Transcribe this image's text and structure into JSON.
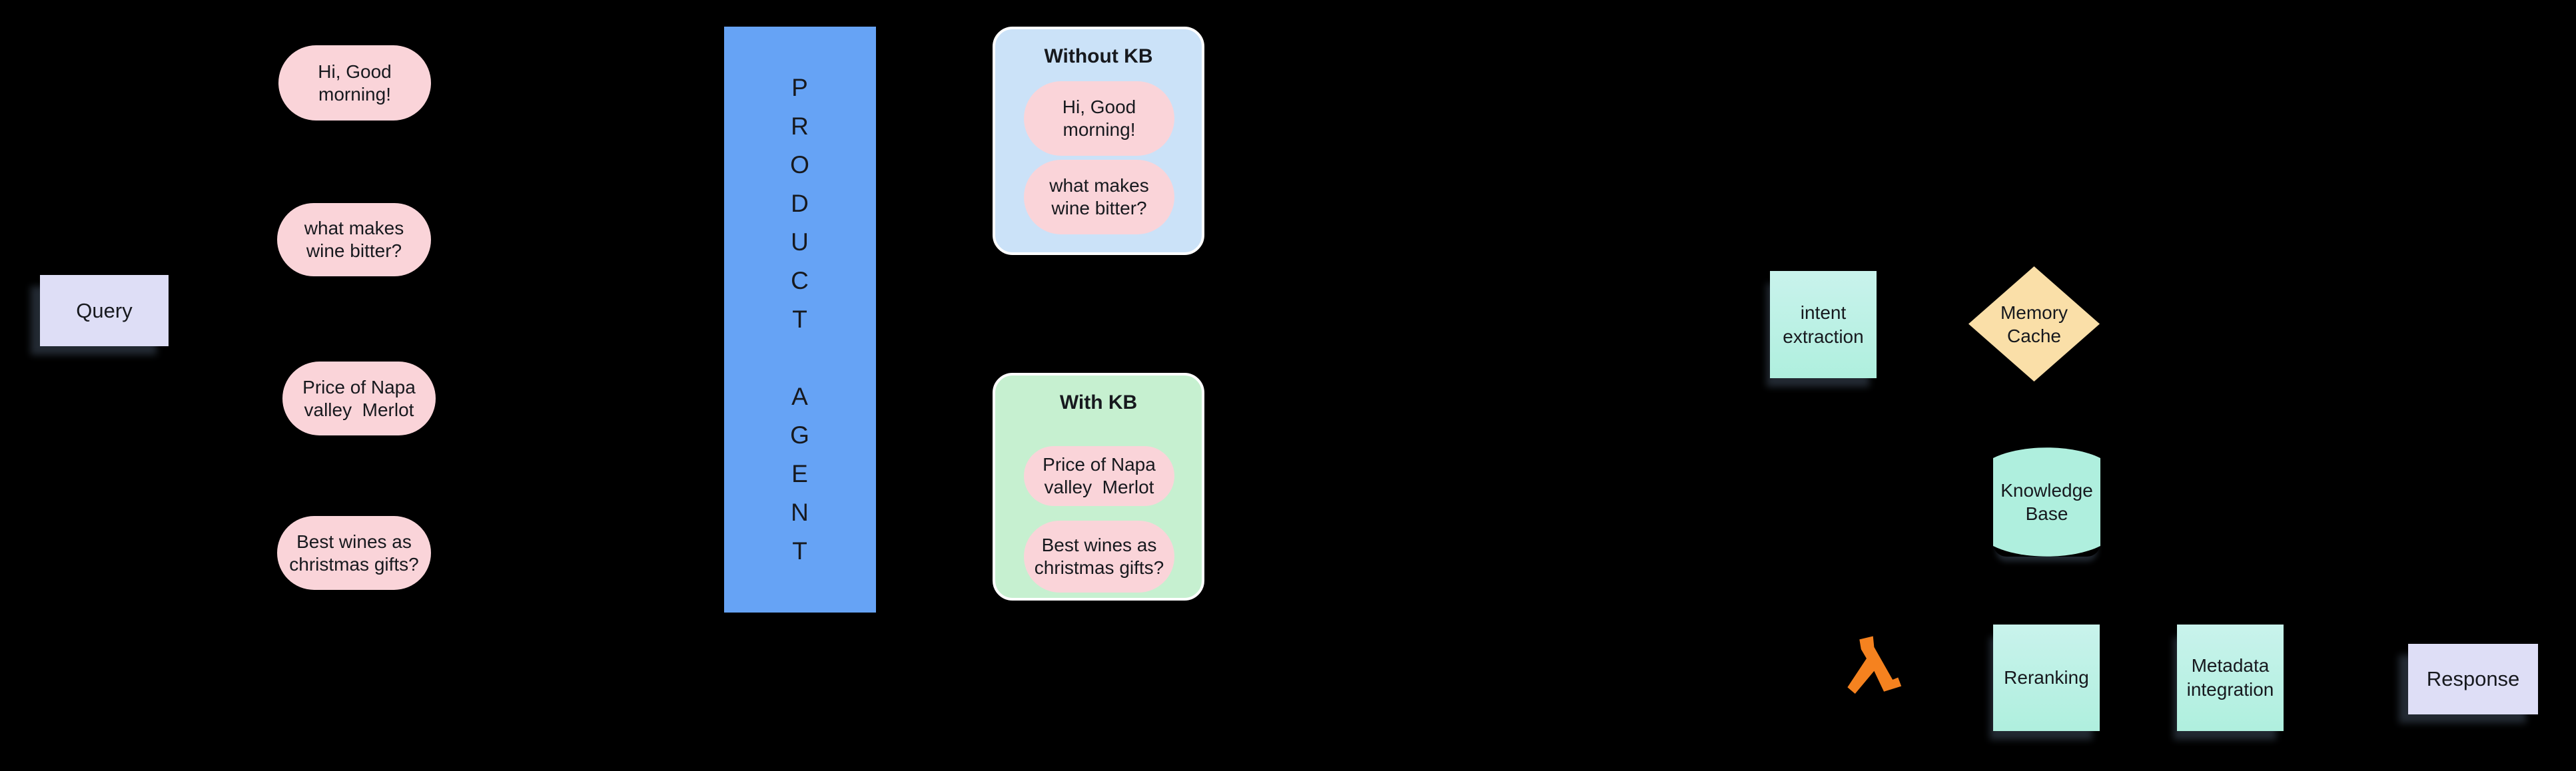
{
  "colors": {
    "background": "#000000",
    "text": "#17191E",
    "pink": "#FAD4D9",
    "lavender": "#DEDEF6",
    "agent_blue": "#66A3F5",
    "panel_blue": "#CBE2F8",
    "panel_green": "#C6F0D0",
    "teal_light": "#C9F3EC",
    "teal": "#AFEFDE",
    "tan": "#FADFA8",
    "orange": "#F5821F",
    "panel_border": "#FFFFFF",
    "shadow": "#232A33"
  },
  "query": {
    "label": "Query"
  },
  "user_queries": [
    "Hi, Good\nmorning!",
    "what makes\nwine bitter?",
    "Price of Napa\nvalley  Merlot",
    "Best wines as\nchristmas gifts?"
  ],
  "agent": {
    "name": "PRODUCT AGENT",
    "vertical_label": "P\nR\nO\nD\nU\nC\nT\n\nA\nG\nE\nN\nT"
  },
  "without_kb": {
    "title": "Without KB",
    "bubbles": [
      "Hi, Good\nmorning!",
      "what makes\nwine bitter?"
    ]
  },
  "with_kb": {
    "title": "With KB",
    "bubbles": [
      "Price of Napa\nvalley  Merlot",
      "Best wines as\nchristmas gifts?"
    ]
  },
  "pipeline": {
    "intent_extraction": "intent\nextraction",
    "memory_cache": "Memory\nCache",
    "knowledge_base": "Knowledge\nBase",
    "reranking": "Reranking",
    "metadata_integration": "Metadata\nintegration",
    "lambda_icon": "aws-lambda-icon"
  },
  "response": {
    "label": "Response"
  }
}
